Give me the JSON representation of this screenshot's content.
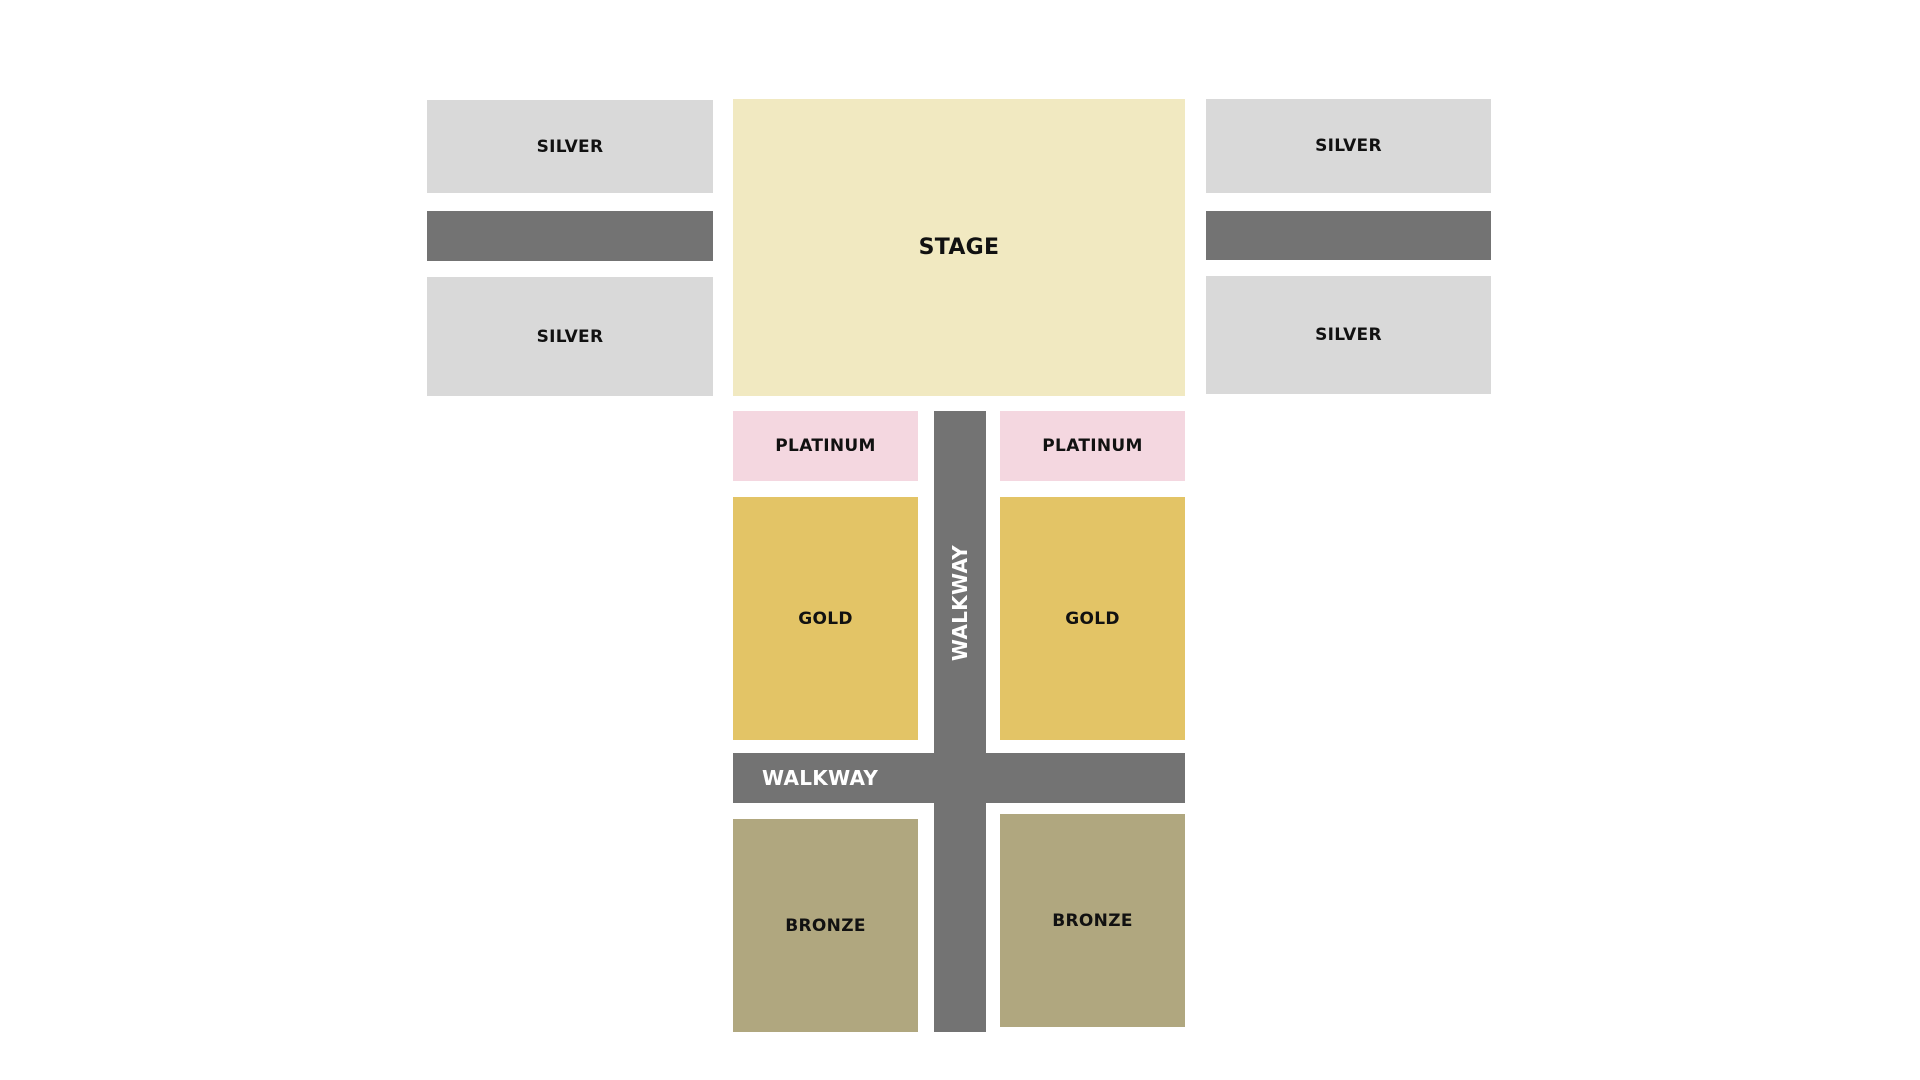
{
  "colors": {
    "silver": "#d9d9d9",
    "divider": "#737373",
    "stage": "#f1e9c1",
    "platinum": "#f4d7e0",
    "gold": "#e3c466",
    "bronze": "#b0a77f",
    "walkway": "#737373"
  },
  "stage": {
    "label": "STAGE"
  },
  "left_sections": [
    {
      "label": "SILVER"
    },
    {
      "label": "SILVER"
    }
  ],
  "right_sections": [
    {
      "label": "SILVER"
    },
    {
      "label": "SILVER"
    }
  ],
  "platinum": [
    {
      "label": "PLATINUM"
    },
    {
      "label": "PLATINUM"
    }
  ],
  "gold": [
    {
      "label": "GOLD"
    },
    {
      "label": "GOLD"
    }
  ],
  "bronze": [
    {
      "label": "BRONZE"
    },
    {
      "label": "BRONZE"
    }
  ],
  "walkways": {
    "vertical": "WALKWAY",
    "horizontal": "WALKWAY"
  }
}
